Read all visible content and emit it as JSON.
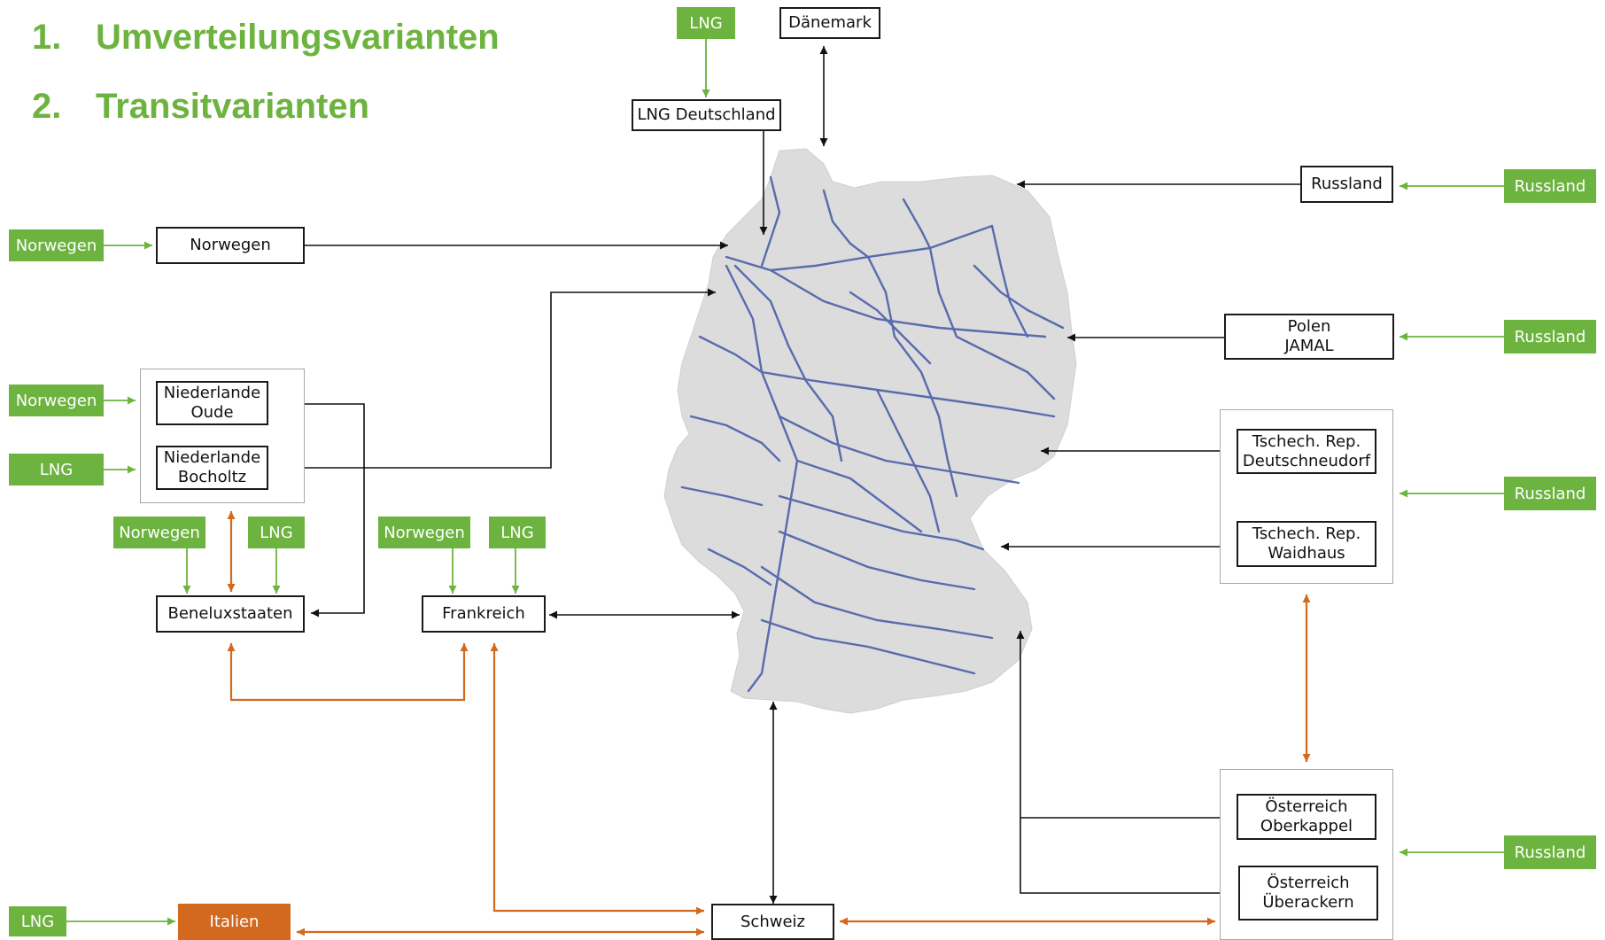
{
  "headings": [
    {
      "num": "1.",
      "text": "Umverteilungsvarianten"
    },
    {
      "num": "2.",
      "text": "Transitvarianten"
    }
  ],
  "boxes": {
    "daenemark": "Dänemark",
    "lng_deutschland": "LNG Deutschland",
    "russland": "Russland",
    "norwegen": "Norwegen",
    "polen_1": "Polen",
    "polen_2": "JAMAL",
    "nl_oude_1": "Niederlande",
    "nl_oude_2": "Oude",
    "nl_bocholtz_1": "Niederlande",
    "nl_bocholtz_2": "Bocholtz",
    "tschech_dn_1": "Tschech. Rep.",
    "tschech_dn_2": "Deutschneudorf",
    "tschech_wh_1": "Tschech. Rep.",
    "tschech_wh_2": "Waidhaus",
    "benelux": "Beneluxstaaten",
    "frankreich": "Frankreich",
    "oesterreich_ok_1": "Österreich",
    "oesterreich_ok_2": "Oberkappel",
    "oesterreich_ue_1": "Österreich",
    "oesterreich_ue_2": "Überackern",
    "schweiz": "Schweiz"
  },
  "sources": {
    "lng_top": "LNG",
    "norwegen_1": "Norwegen",
    "norwegen_2": "Norwegen",
    "lng_nl": "LNG",
    "norwegen_benelux": "Norwegen",
    "lng_benelux": "LNG",
    "norwegen_fr": "Norwegen",
    "lng_fr": "LNG",
    "russland_1": "Russland",
    "russland_2": "Russland",
    "russland_3": "Russland",
    "russland_4": "Russland",
    "lng_italien": "LNG",
    "italien": "Italien"
  },
  "colors": {
    "green": "#6db33f",
    "orange": "#d2691e",
    "map_fill": "#dcdcdc",
    "pipeline": "#4a5fa8"
  }
}
